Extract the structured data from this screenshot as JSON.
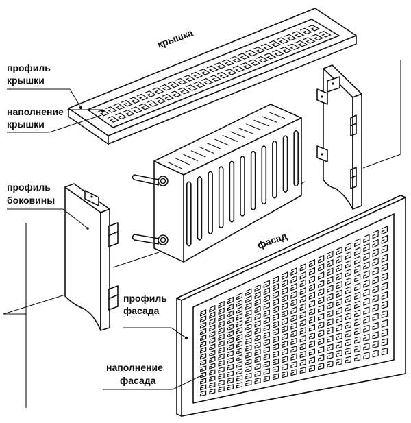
{
  "labels": {
    "lid": "крышка",
    "lid_profile_1": "профиль",
    "lid_profile_2": "крышки",
    "lid_fill_1": "наполнение",
    "lid_fill_2": "крышки",
    "side_profile_1": "профиль",
    "side_profile_2": "боковины",
    "facade": "фасад",
    "facade_profile_1": "профиль",
    "facade_profile_2": "фасада",
    "facade_fill_1": "наполнение",
    "facade_fill_2": "фасада"
  }
}
